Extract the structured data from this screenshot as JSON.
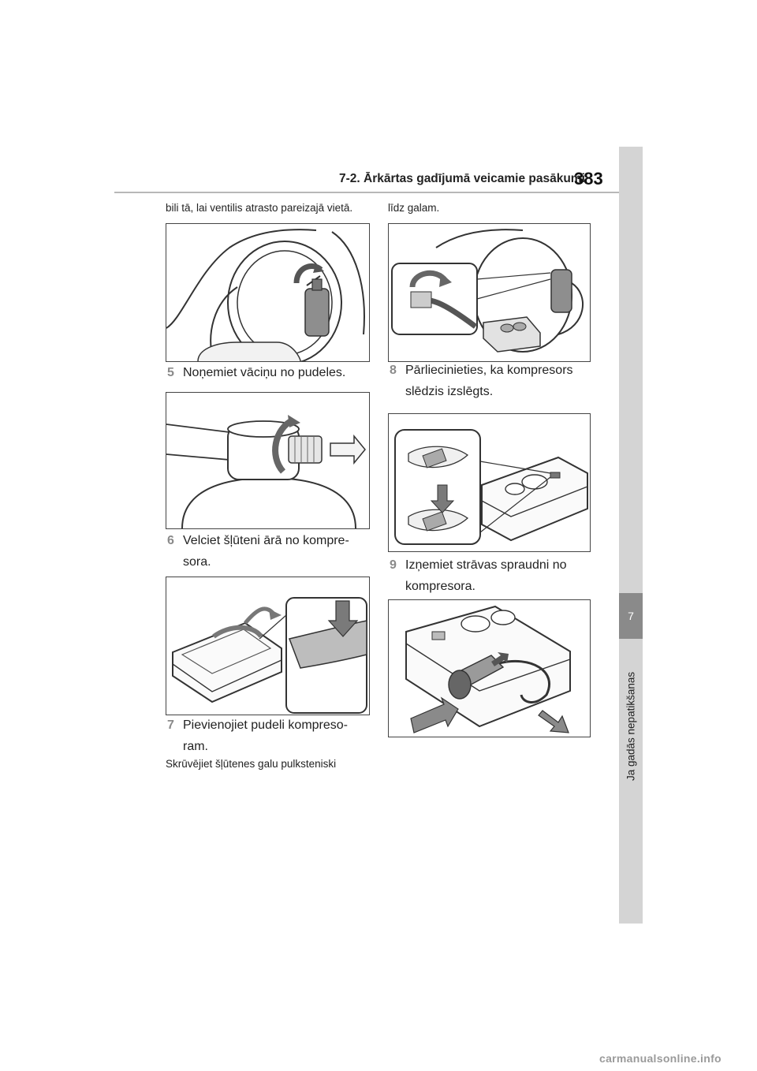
{
  "header": {
    "section_title": "7-2. Ārkārtas gadījumā veicamie pasākumi",
    "page_number": "383"
  },
  "side_tab": {
    "chapter_number": "7",
    "chapter_label": "Ja gadās nepatikšanas"
  },
  "left_column": {
    "intro_text": "bili tā, lai ventilis atrasto pareizajā vietā.",
    "steps": [
      {
        "number": "5",
        "line1": "Noņemiet vāciņu no pudeles.",
        "line2": ""
      },
      {
        "number": "6",
        "line1": "Velciet šļūteni ārā no kompre-",
        "line2": "sora."
      },
      {
        "number": "7",
        "line1": "Pievienojiet pudeli kompreso-",
        "line2": "ram."
      }
    ],
    "footer_text": "Skrūvējiet šļūtenes galu pulksteniski"
  },
  "right_column": {
    "intro_text": "līdz galam.",
    "steps": [
      {
        "number": "8",
        "line1": "Pārliecinieties, ka kompresors",
        "line2": "slēdzis izslēgts."
      },
      {
        "number": "9",
        "line1": "Izņemiet strāvas spraudni no",
        "line2": "kompresora."
      }
    ]
  },
  "watermark": "carmanualsonline.info"
}
